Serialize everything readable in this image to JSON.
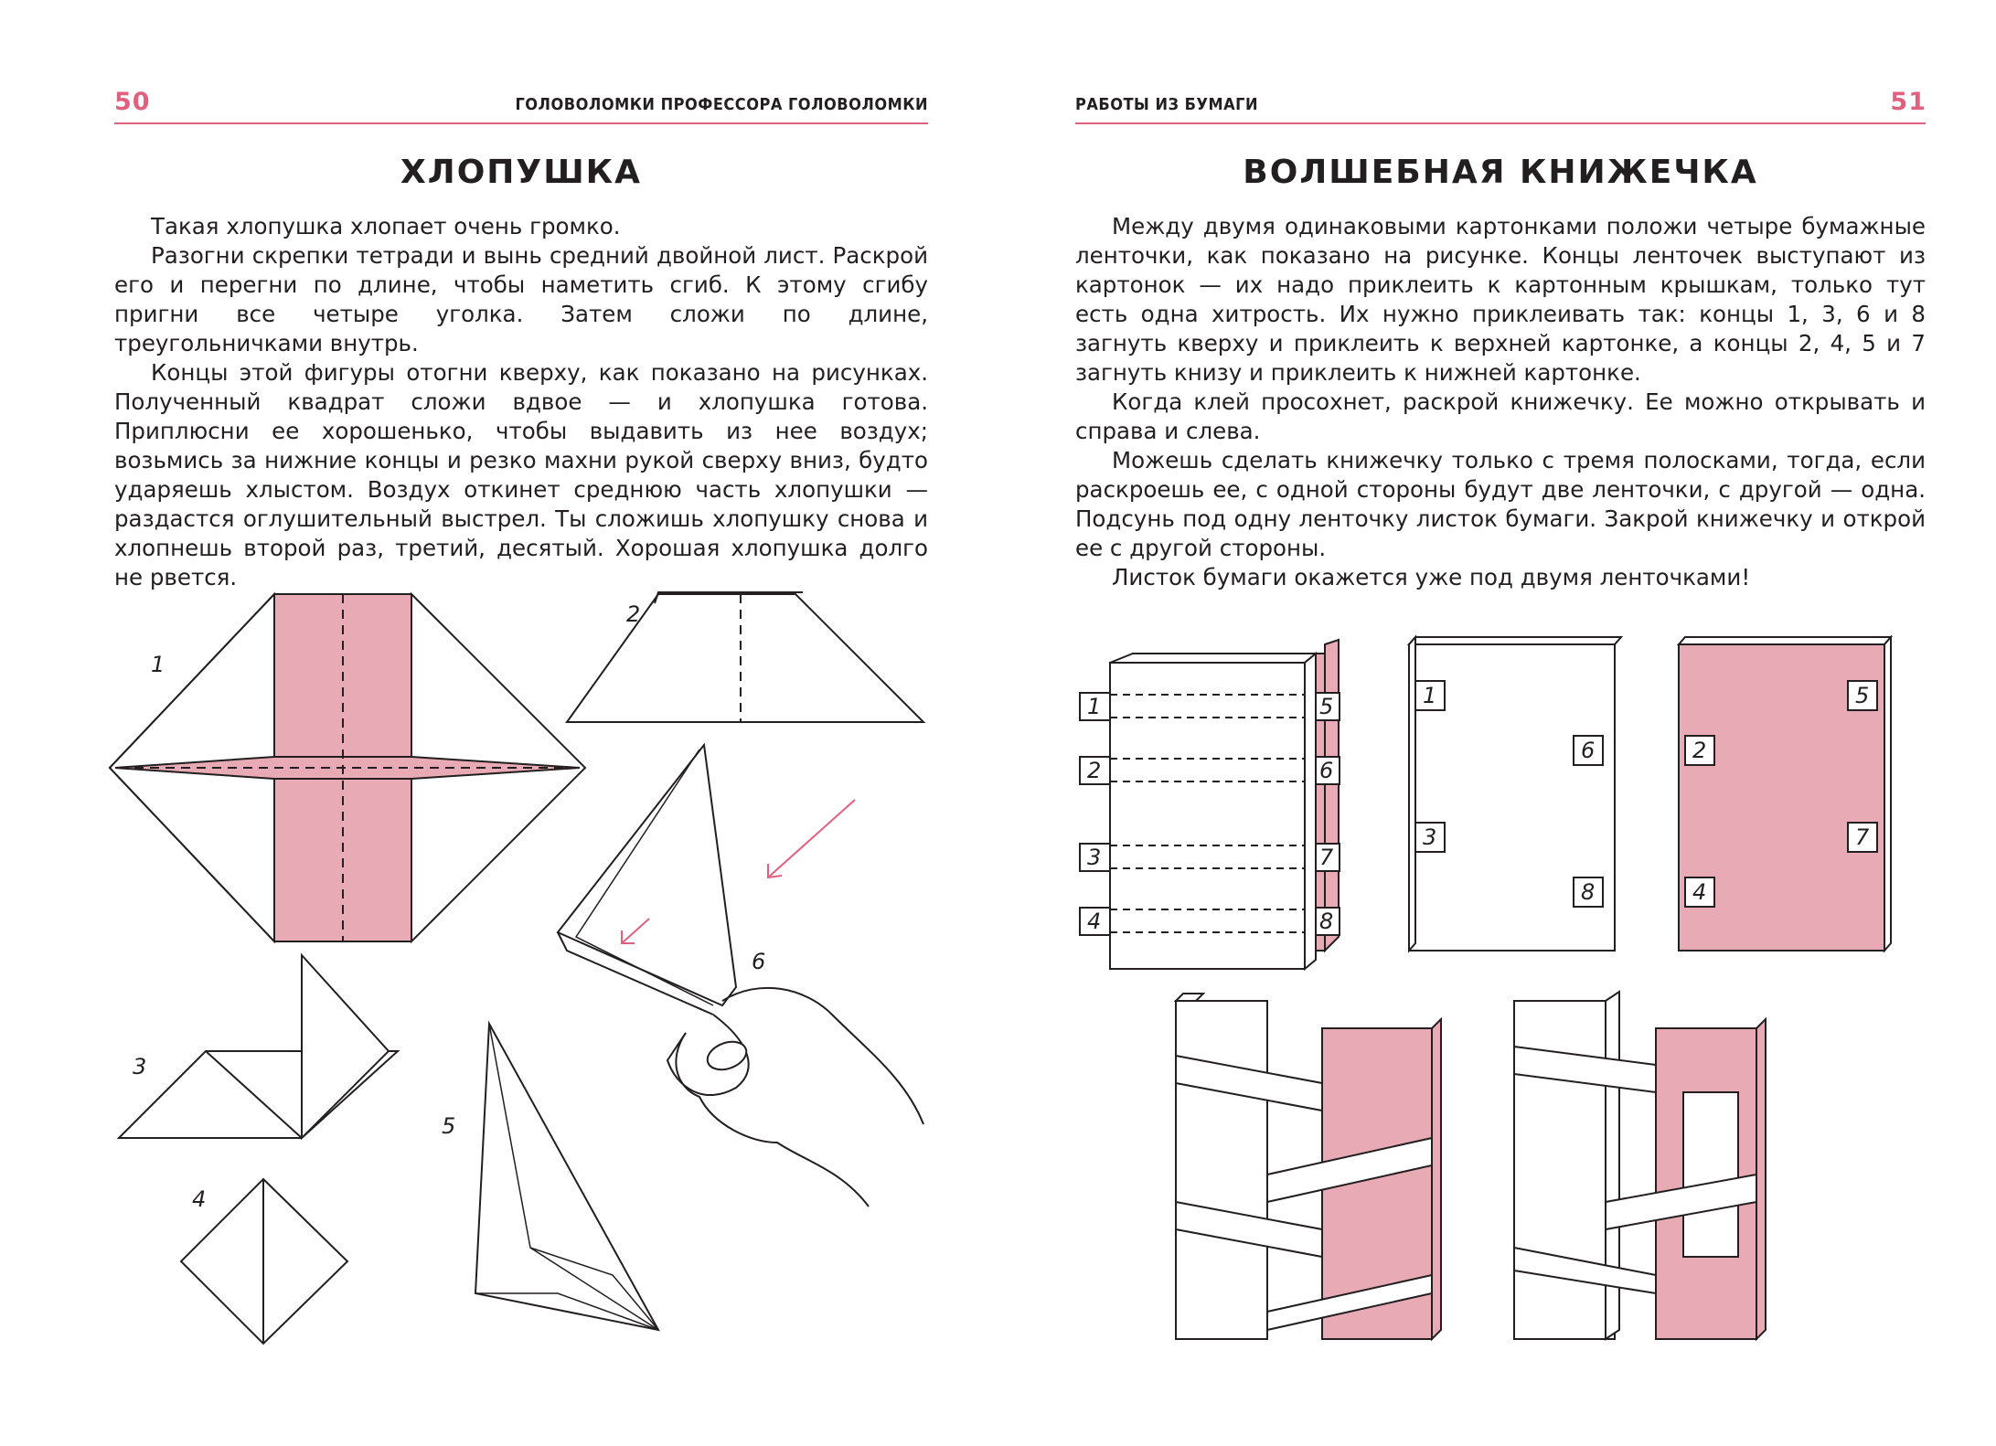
{
  "left_page": {
    "page_number": "50",
    "running_head": "ГОЛОВОЛОМКИ ПРОФЕССОРА ГОЛОВОЛОМКИ",
    "title": "ХЛОПУШКА",
    "paragraphs": [
      "Такая хлопушка хлопает очень громко.",
      "Разогни скрепки тетради и вынь средний двойной лист. Раскрой его и перегни по длине, чтобы наметить сгиб. К этому сгибу пригни все четыре уголка. Затем сложи по длине, треугольничками внутрь.",
      "Концы этой фигуры отогни кверху, как показано на рисунках. Полученный квадрат сложи вдвое — и хлопушка готова. Приплюсни ее хорошенько, чтобы выдавить из нее воздух; возьмись за нижние концы и резко махни рукой сверху вниз, будто ударяешь хлыстом. Воздух откинет среднюю часть хлопушки — раздастся оглушительный выстрел. Ты сложишь хлопушку снова и хлопнешь второй раз, третий, десятый. Хорошая хлопушка долго не рвется."
    ],
    "figure_labels": [
      "1",
      "2",
      "3",
      "4",
      "5",
      "6"
    ]
  },
  "right_page": {
    "page_number": "51",
    "running_head": "РАБОТЫ ИЗ БУМАГИ",
    "title": "ВОЛШЕБНАЯ КНИЖЕЧКА",
    "paragraphs": [
      "Между двумя одинаковыми картонками положи четыре бумажные ленточки, как показано на рисунке. Концы ленточек выступают из картонок — их надо приклеить к картонным крышкам, только тут есть одна хитрость. Их нужно приклеивать так: концы 1, 3, 6 и 8 загнуть кверху и приклеить к верхней картонке, а концы 2, 4, 5 и 7 загнуть книзу и приклеить к нижней картонке.",
      "Когда клей просохнет, раскрой книжечку. Ее можно открывать и справа и слева.",
      "Можешь сделать книжечку только с тремя полосками, тогда, если раскроешь ее, с одной стороны будут две ленточки, с другой — одна. Подсунь под одну ленточку листок бумаги. Закрой книжечку и открой ее с другой стороны.",
      "Листок бумаги окажется уже под двумя ленточками!"
    ],
    "tab_numbers": [
      "1",
      "2",
      "3",
      "4",
      "5",
      "6",
      "7",
      "8"
    ]
  },
  "colors": {
    "accent": "#e0607e",
    "paper_pink": "#e8aab4",
    "ink": "#231f20"
  }
}
